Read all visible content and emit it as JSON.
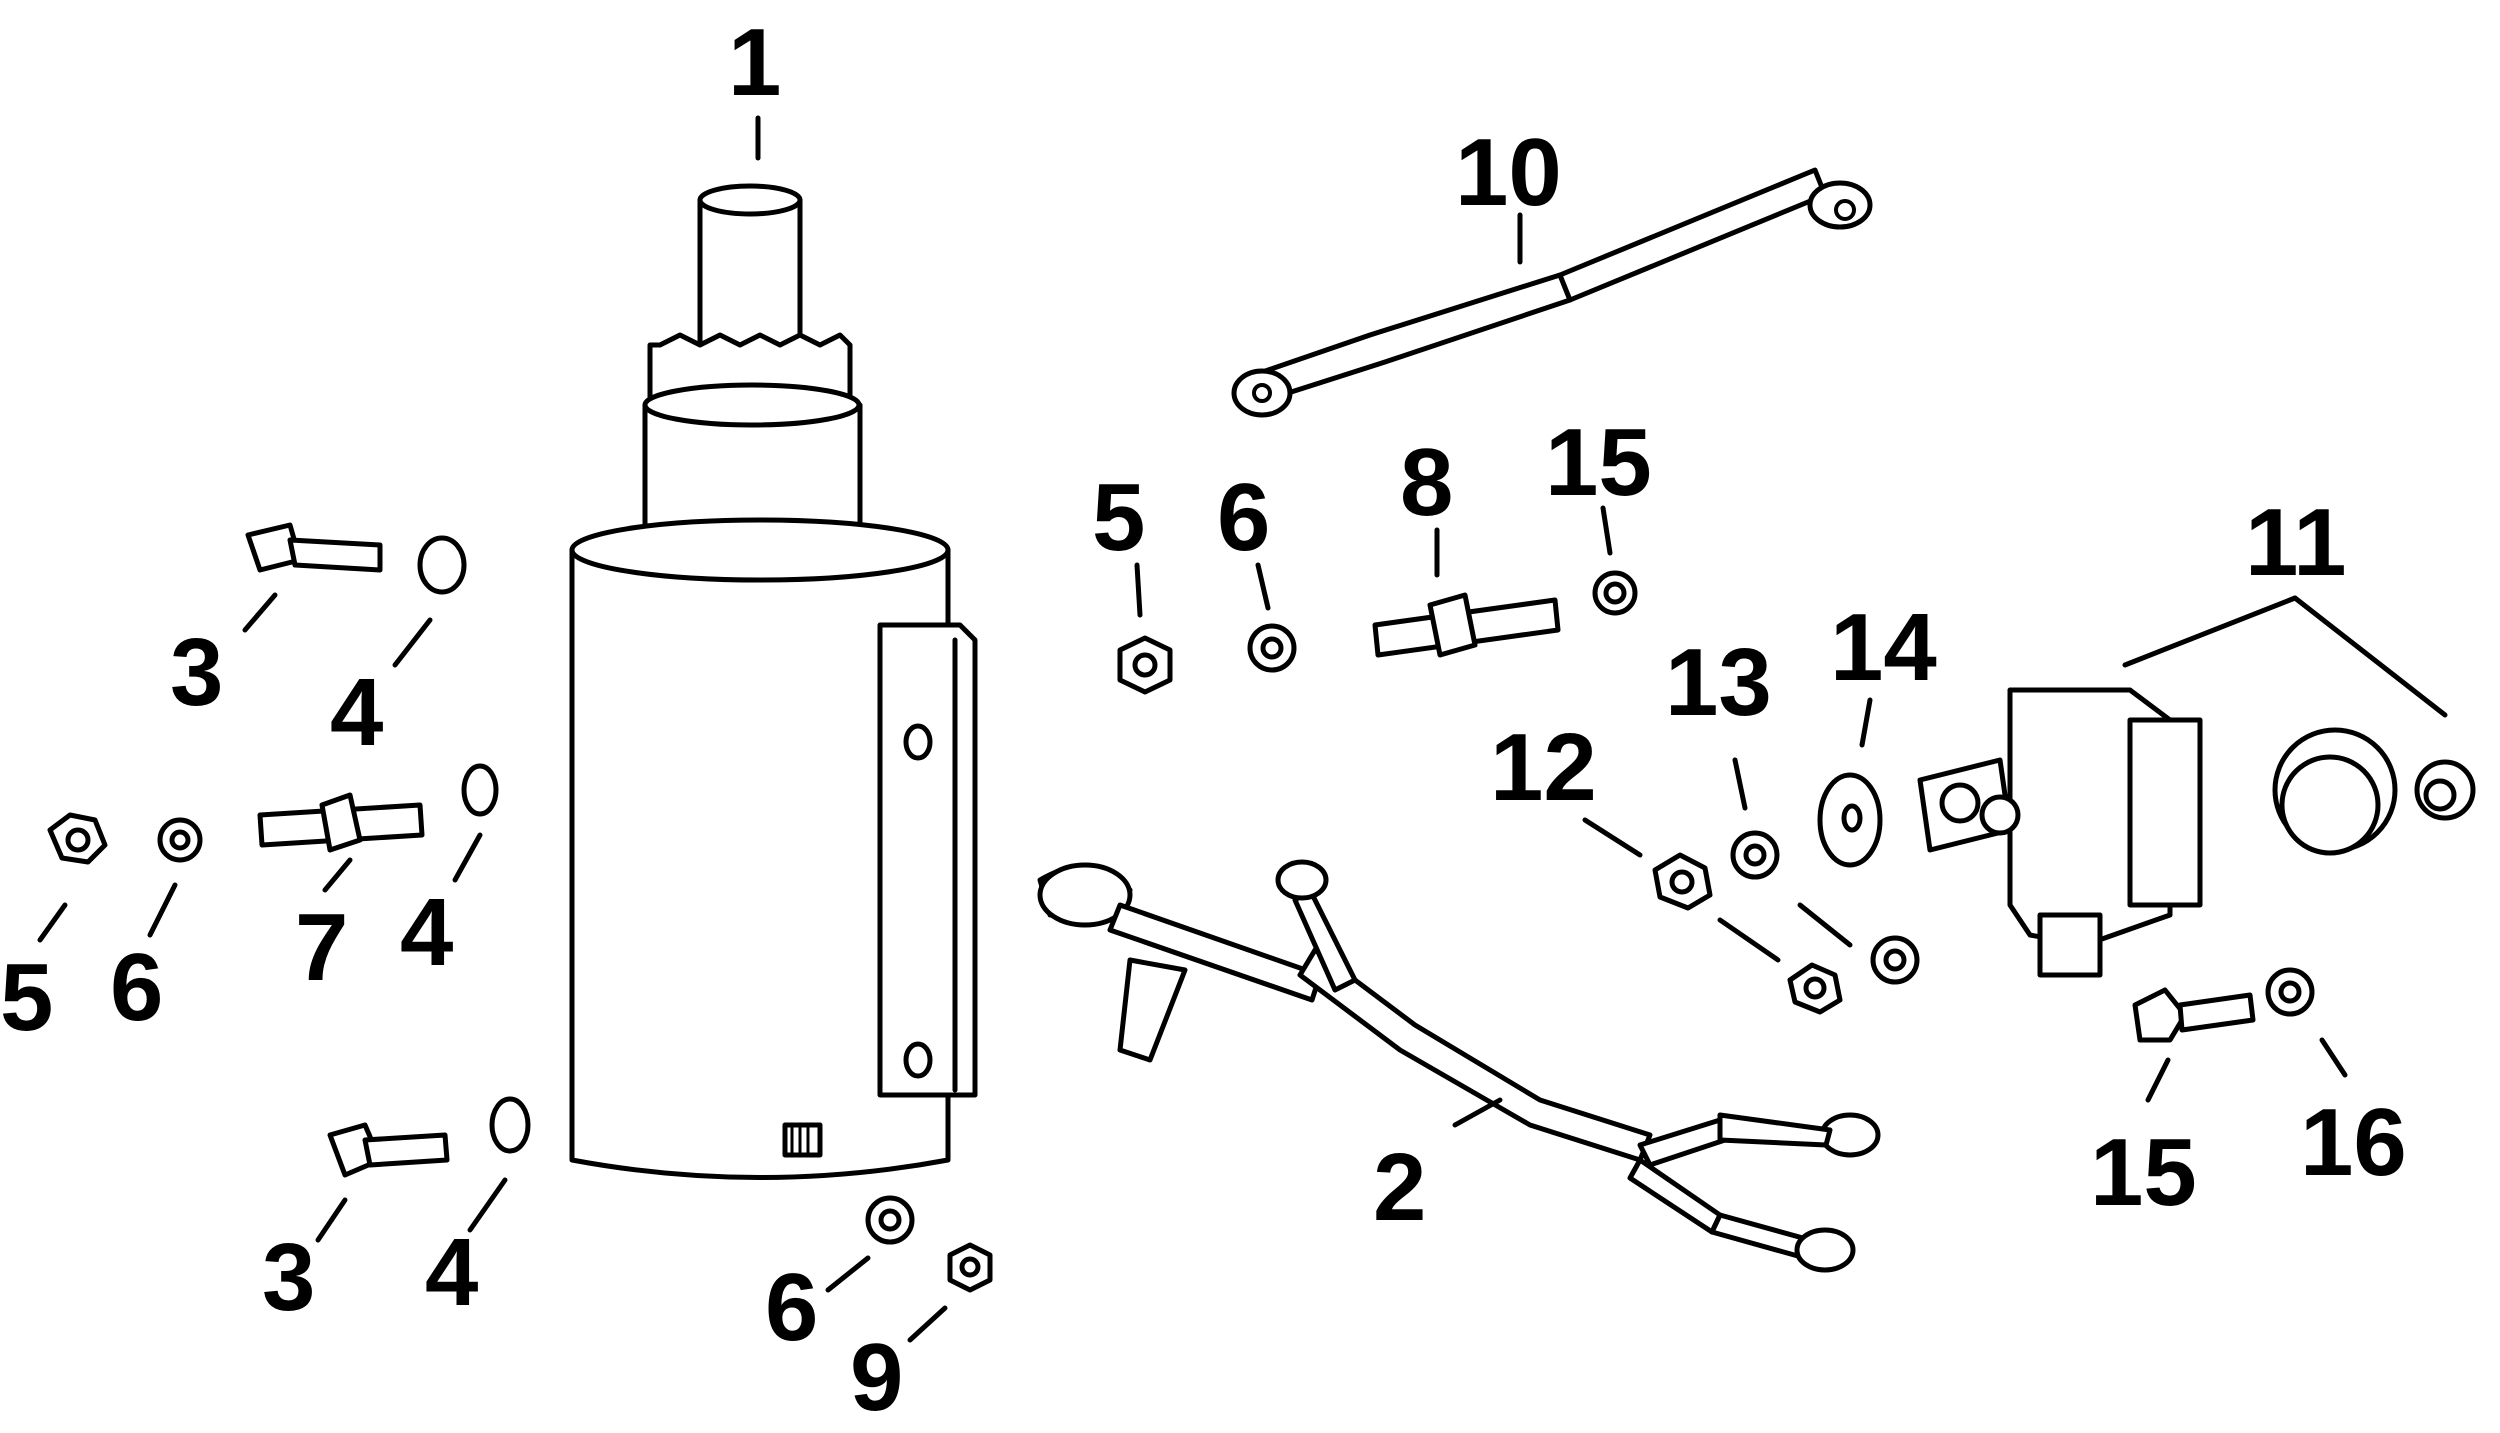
{
  "diagram": {
    "callouts": [
      "1",
      "2",
      "3",
      "4",
      "5",
      "6",
      "7",
      "8",
      "9",
      "10",
      "11",
      "12",
      "13",
      "14",
      "15",
      "16"
    ]
  },
  "labels": {
    "n1": "1",
    "n2": "2",
    "n3a": "3",
    "n3b": "3",
    "n4a": "4",
    "n4b": "4",
    "n4c": "4",
    "n5a": "5",
    "n5b": "5",
    "n6a": "6",
    "n6b": "6",
    "n6c": "6",
    "n7": "7",
    "n8": "8",
    "n9": "9",
    "n10": "10",
    "n11": "11",
    "n12": "12",
    "n13": "13",
    "n14": "14",
    "n15a": "15",
    "n15b": "15",
    "n16": "16"
  }
}
